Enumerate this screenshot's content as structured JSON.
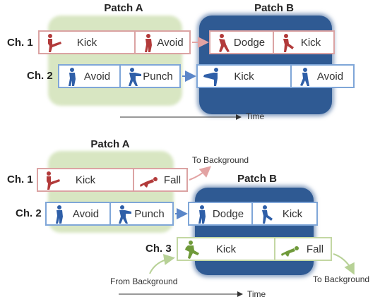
{
  "top": {
    "patch_a_title": "Patch A",
    "patch_b_title": "Patch B",
    "ch1_label": "Ch. 1",
    "ch2_label": "Ch. 2",
    "ch1_actions": [
      "Kick",
      "Avoid",
      "Dodge",
      "Kick"
    ],
    "ch2_actions": [
      "Avoid",
      "Punch",
      "Kick",
      "Avoid"
    ],
    "time_label": "Time"
  },
  "bottom": {
    "patch_a_title": "Patch A",
    "patch_b_title": "Patch B",
    "ch1_label": "Ch. 1",
    "ch2_label": "Ch. 2",
    "ch3_label": "Ch. 3",
    "ch1_actions": [
      "Kick",
      "Fall"
    ],
    "ch2_actions": [
      "Avoid",
      "Punch",
      "Dodge",
      "Kick"
    ],
    "ch3_actions": [
      "Kick",
      "Fall"
    ],
    "to_background_1": "To Background",
    "from_background": "From Background",
    "to_background_2": "To Background",
    "time_label": "Time"
  },
  "colors": {
    "red": "#b23a3a",
    "blue": "#2f5fa8",
    "green": "#6f9a3a"
  }
}
